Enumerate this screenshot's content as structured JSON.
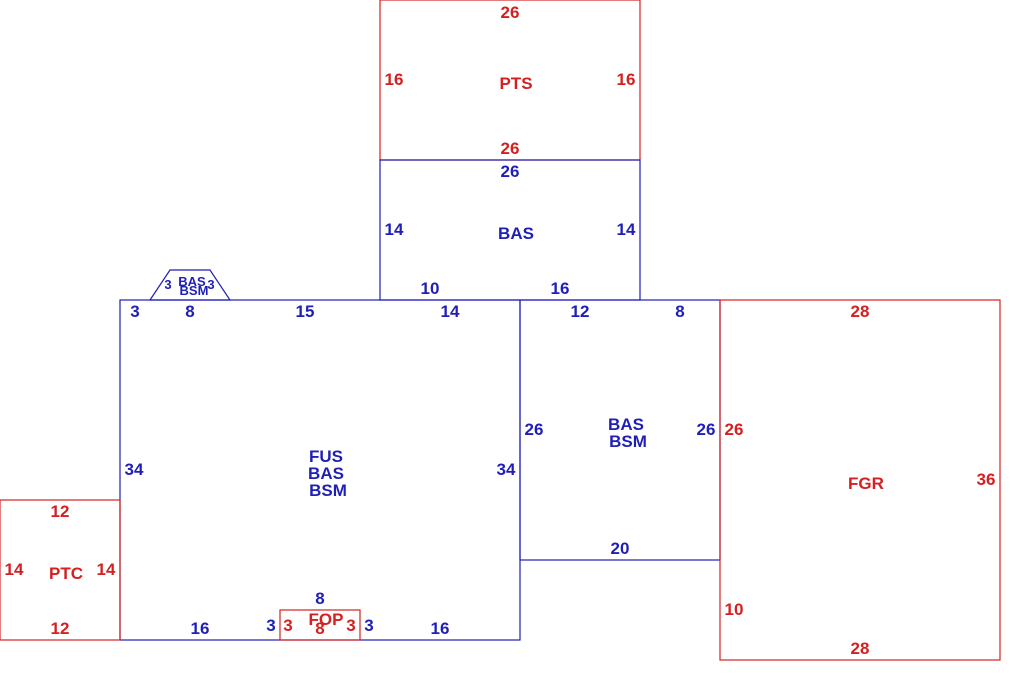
{
  "areas": {
    "pts": {
      "label": "PTS",
      "top": "26",
      "bottom": "26",
      "left": "16",
      "right": "16"
    },
    "bas_top": {
      "label": "BAS",
      "top": "26",
      "left": "14",
      "right": "14",
      "bottom_a": "10",
      "bottom_b": "16"
    },
    "main": {
      "label1": "FUS",
      "label2": "BAS",
      "label3": "BSM",
      "top_a": "3",
      "top_b": "8",
      "top_c": "15",
      "top_d": "14",
      "left": "34",
      "right": "34",
      "bottom_a": "16",
      "bottom_b": "3",
      "bottom_c": "3",
      "bottom_d": "16"
    },
    "mid": {
      "label1": "BAS",
      "label2": "BSM",
      "top_a": "12",
      "top_b": "8",
      "left": "26",
      "right": "26",
      "bottom": "20"
    },
    "fgr": {
      "label": "FGR",
      "top": "28",
      "bottom": "28",
      "left_a": "26",
      "left_b": "10",
      "right": "36"
    },
    "ptc": {
      "label": "PTC",
      "top": "12",
      "bottom": "12",
      "left": "14",
      "right": "14"
    },
    "fop": {
      "label": "FOP",
      "top": "8",
      "bottom": "8",
      "left": "3",
      "right": "3"
    },
    "bay": {
      "label1": "BAS",
      "label2": "BSM",
      "side_a": "3",
      "side_b": "3"
    }
  },
  "colors": {
    "blue": "#1f1fb8",
    "red": "#d42020"
  }
}
